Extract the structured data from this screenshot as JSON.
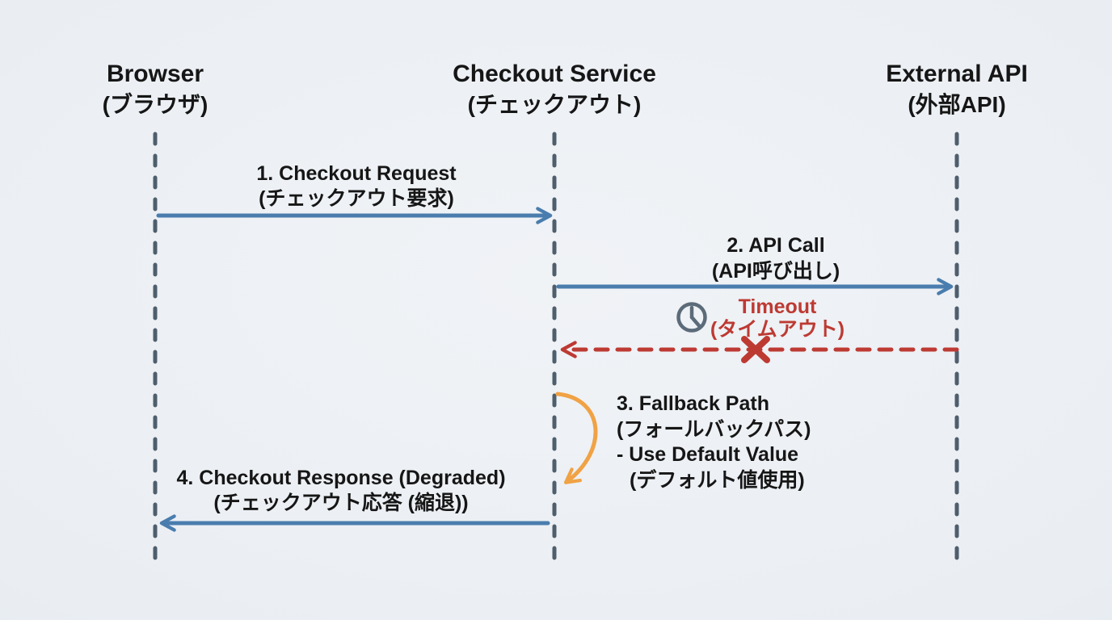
{
  "diagram": {
    "type": "sequence-diagram",
    "description": "Checkout timeout fallback sequence"
  },
  "colors": {
    "background": "#eaeef3",
    "lifeline": "#4e5e6c",
    "blue": "#4a7dae",
    "red": "#bd3a33",
    "orange": "#f0a245",
    "clock": "#5c6b79",
    "text": "#161616"
  },
  "icons": {
    "clock": "clock-icon",
    "failure": "x-failure-icon"
  },
  "actors": [
    {
      "name": "Browser",
      "sub": "(ブラウザ)"
    },
    {
      "name": "Checkout Service",
      "sub": "(チェックアウト)"
    },
    {
      "name": "External API",
      "sub": "(外部API)"
    }
  ],
  "messages": {
    "m1": {
      "label": "1. Checkout Request",
      "sub": "(チェックアウト要求)",
      "from": "Browser",
      "to": "Checkout Service",
      "style": "solid-blue"
    },
    "m2": {
      "label": "2. API Call",
      "sub": "(API呼び出し)",
      "from": "Checkout Service",
      "to": "External API",
      "style": "solid-blue"
    },
    "timeout": {
      "label": "Timeout",
      "sub": "(タイムアウト)",
      "from": "External API",
      "to": "Checkout Service",
      "style": "dashed-red",
      "marker": "x-failure"
    },
    "m3": {
      "label": "3. Fallback Path",
      "sub": "(フォールバックパス)",
      "note": "- Use Default Value",
      "note_sub": "(デフォルト値使用)",
      "from": "Checkout Service",
      "to": "Checkout Service",
      "style": "self-loop-orange"
    },
    "m4": {
      "label": "4. Checkout Response (Degraded)",
      "sub": "(チェックアウト応答 (縮退))",
      "from": "Checkout Service",
      "to": "Browser",
      "style": "solid-blue"
    }
  }
}
